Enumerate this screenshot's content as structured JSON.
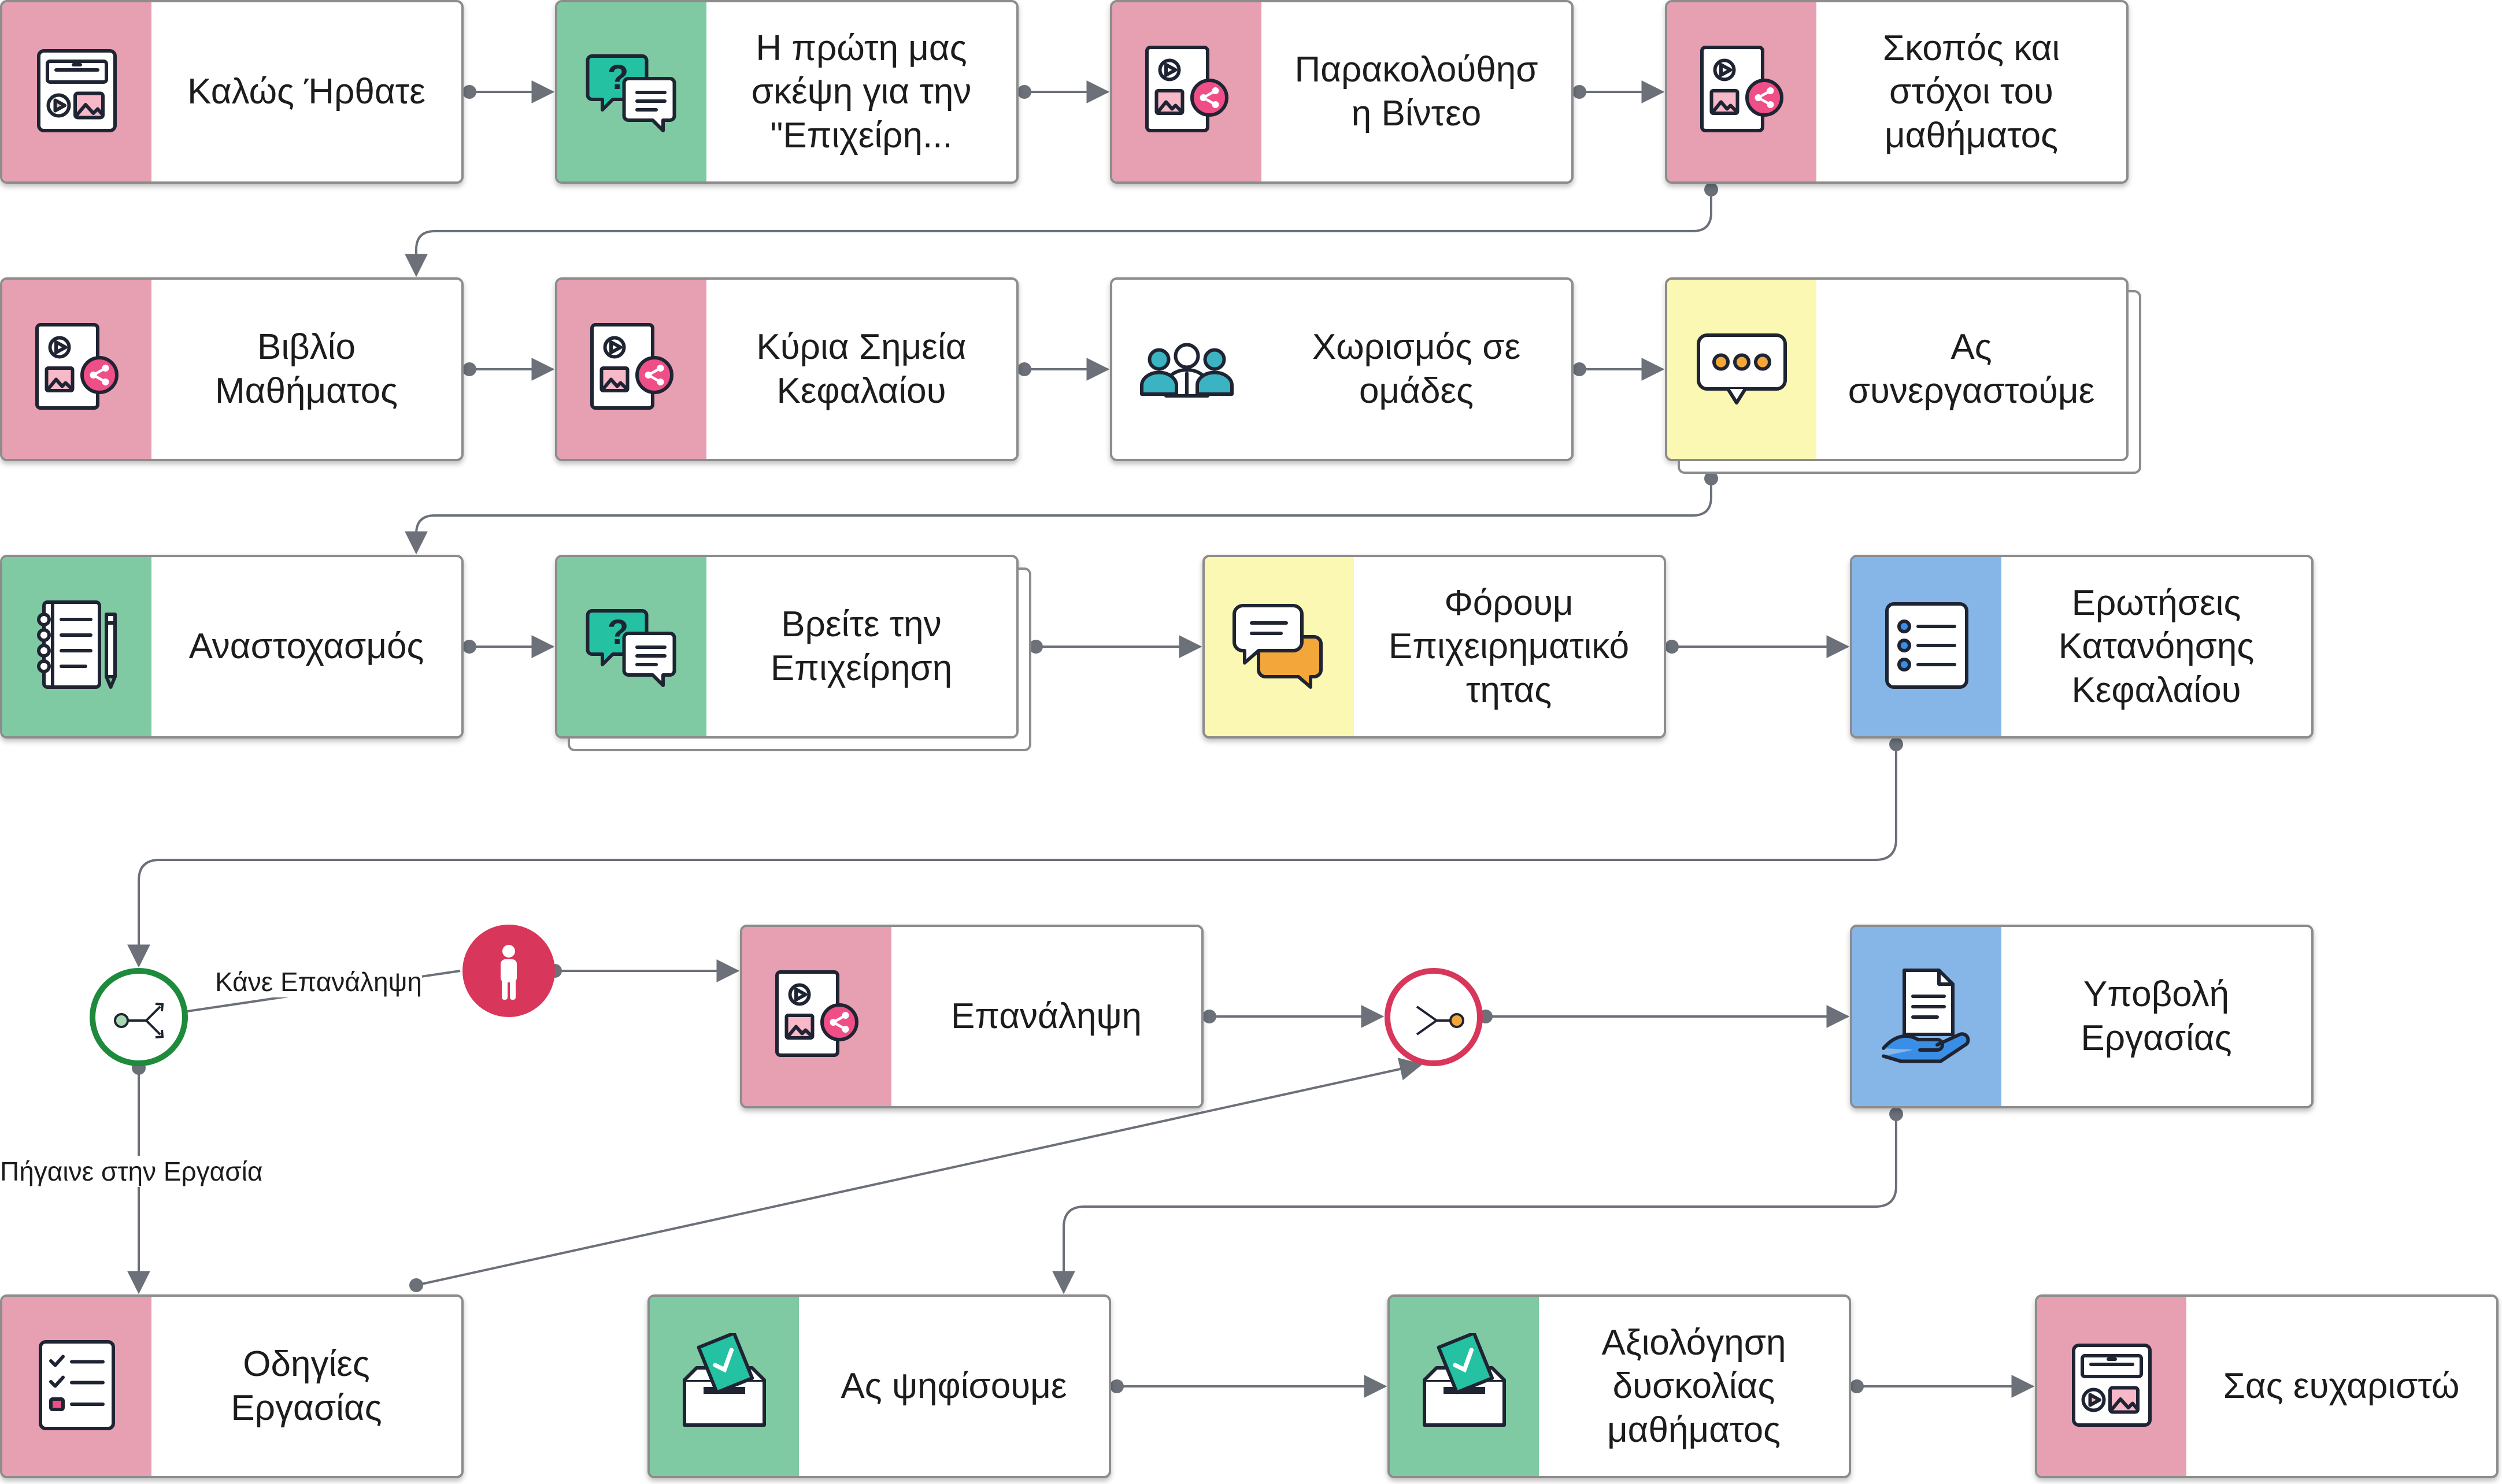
{
  "colors": {
    "pink": "#e79fb2",
    "green": "#7fcaa3",
    "yellow": "#fbf8b3",
    "blue": "#86b6e8",
    "white": "#ffffff",
    "connector": "#6b7079",
    "person_node": "#d8365a",
    "split_gateway": "#1e8a3c",
    "merge_gateway": "#d8365a"
  },
  "nodes": [
    {
      "label": "Καλώς Ήρθατε",
      "icon": "presentation-icon",
      "color": "pink"
    },
    {
      "label": "Η πρώτη μας\nσκέψη για την\n\"Επιχείρη...",
      "icon": "chat-question-icon",
      "color": "green"
    },
    {
      "label": "Παρακολούθησ\nη Βίντεο",
      "icon": "media-share-icon",
      "color": "pink"
    },
    {
      "label": "Σκοπός και\nστόχοι του\nμαθήματος",
      "icon": "media-share-icon",
      "color": "pink"
    },
    {
      "label": "Βιβλίο\nΜαθήματος",
      "icon": "media-share-icon",
      "color": "pink"
    },
    {
      "label": "Κύρια Σημεία\nΚεφαλαίου",
      "icon": "media-share-icon",
      "color": "pink"
    },
    {
      "label": "Χωρισμός σε\nομάδες",
      "icon": "group-people-icon",
      "color": "white"
    },
    {
      "label": "Ας\nσυνεργαστούμε",
      "icon": "chat-bubble-icon",
      "color": "yellow"
    },
    {
      "label": "Αναστοχασμός",
      "icon": "notebook-pencil-icon",
      "color": "green"
    },
    {
      "label": "Βρείτε την\nΕπιχείρηση",
      "icon": "chat-question-icon",
      "color": "green"
    },
    {
      "label": "Φόρουμ\nΕπιχειρηματικό\nτητας",
      "icon": "forum-bubbles-icon",
      "color": "yellow"
    },
    {
      "label": "Ερωτήσεις\nΚατανόησης\nΚεφαλαίου",
      "icon": "checklist-icon",
      "color": "blue"
    },
    {
      "label": "Επανάληψη",
      "icon": "media-share-icon",
      "color": "pink"
    },
    {
      "label": "Υποβολή\nΕργασίας",
      "icon": "document-hand-icon",
      "color": "blue"
    },
    {
      "label": "Οδηγίες\nΕργασίας",
      "icon": "task-list-icon",
      "color": "pink"
    },
    {
      "label": "Ας ψηφίσουμε",
      "icon": "ballot-box-icon",
      "color": "green"
    },
    {
      "label": "Αξιολόγηση\nδυσκολίας\nμαθήματος",
      "icon": "ballot-box-icon",
      "color": "green"
    },
    {
      "label": "Σας ευχαριστώ",
      "icon": "presentation-icon",
      "color": "pink"
    }
  ],
  "edge_labels": {
    "repeat": "Κάνε Επανάληψη",
    "assignment": "Πήγαινε στην Εργασία"
  },
  "gateways": {
    "split": "split-gateway-icon",
    "merge": "merge-gateway-icon",
    "person": "person-icon"
  }
}
